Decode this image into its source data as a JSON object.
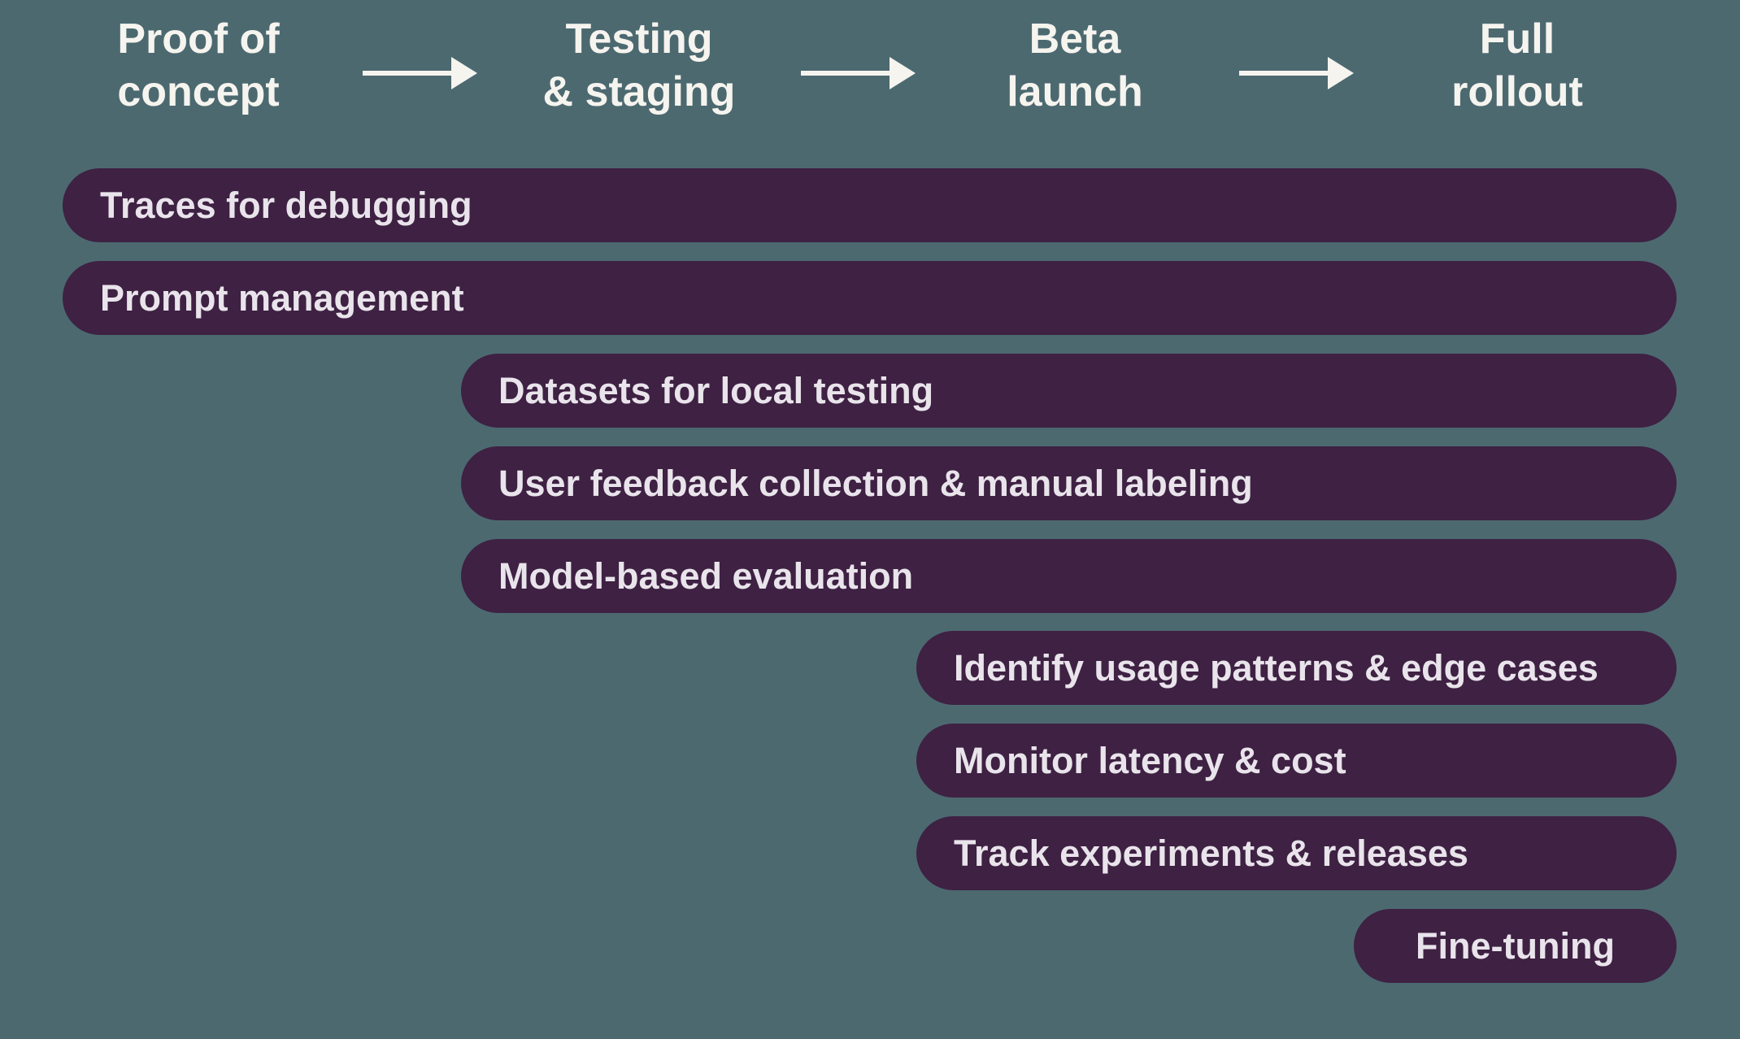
{
  "stages": [
    {
      "line1": "Proof of",
      "line2": "concept"
    },
    {
      "line1": "Testing",
      "line2": "& staging"
    },
    {
      "line1": "Beta",
      "line2": "launch"
    },
    {
      "line1": "Full",
      "line2": "rollout"
    }
  ],
  "bars": [
    {
      "label": "Traces for debugging",
      "starts_at_stage": "Proof of concept"
    },
    {
      "label": "Prompt management",
      "starts_at_stage": "Proof of concept"
    },
    {
      "label": "Datasets for local testing",
      "starts_at_stage": "Testing & staging"
    },
    {
      "label": "User feedback collection & manual labeling",
      "starts_at_stage": "Testing & staging"
    },
    {
      "label": "Model-based evaluation",
      "starts_at_stage": "Testing & staging"
    },
    {
      "label": "Identify usage patterns & edge cases",
      "starts_at_stage": "Beta launch"
    },
    {
      "label": "Monitor latency & cost",
      "starts_at_stage": "Beta launch"
    },
    {
      "label": "Track experiments & releases",
      "starts_at_stage": "Beta launch"
    },
    {
      "label": "Fine-tuning",
      "starts_at_stage": "Full rollout"
    }
  ],
  "colors": {
    "background": "#4C6970",
    "bar": "#3E2143",
    "bar_text": "#E9E4EB",
    "header_text": "#F6F4EF"
  }
}
